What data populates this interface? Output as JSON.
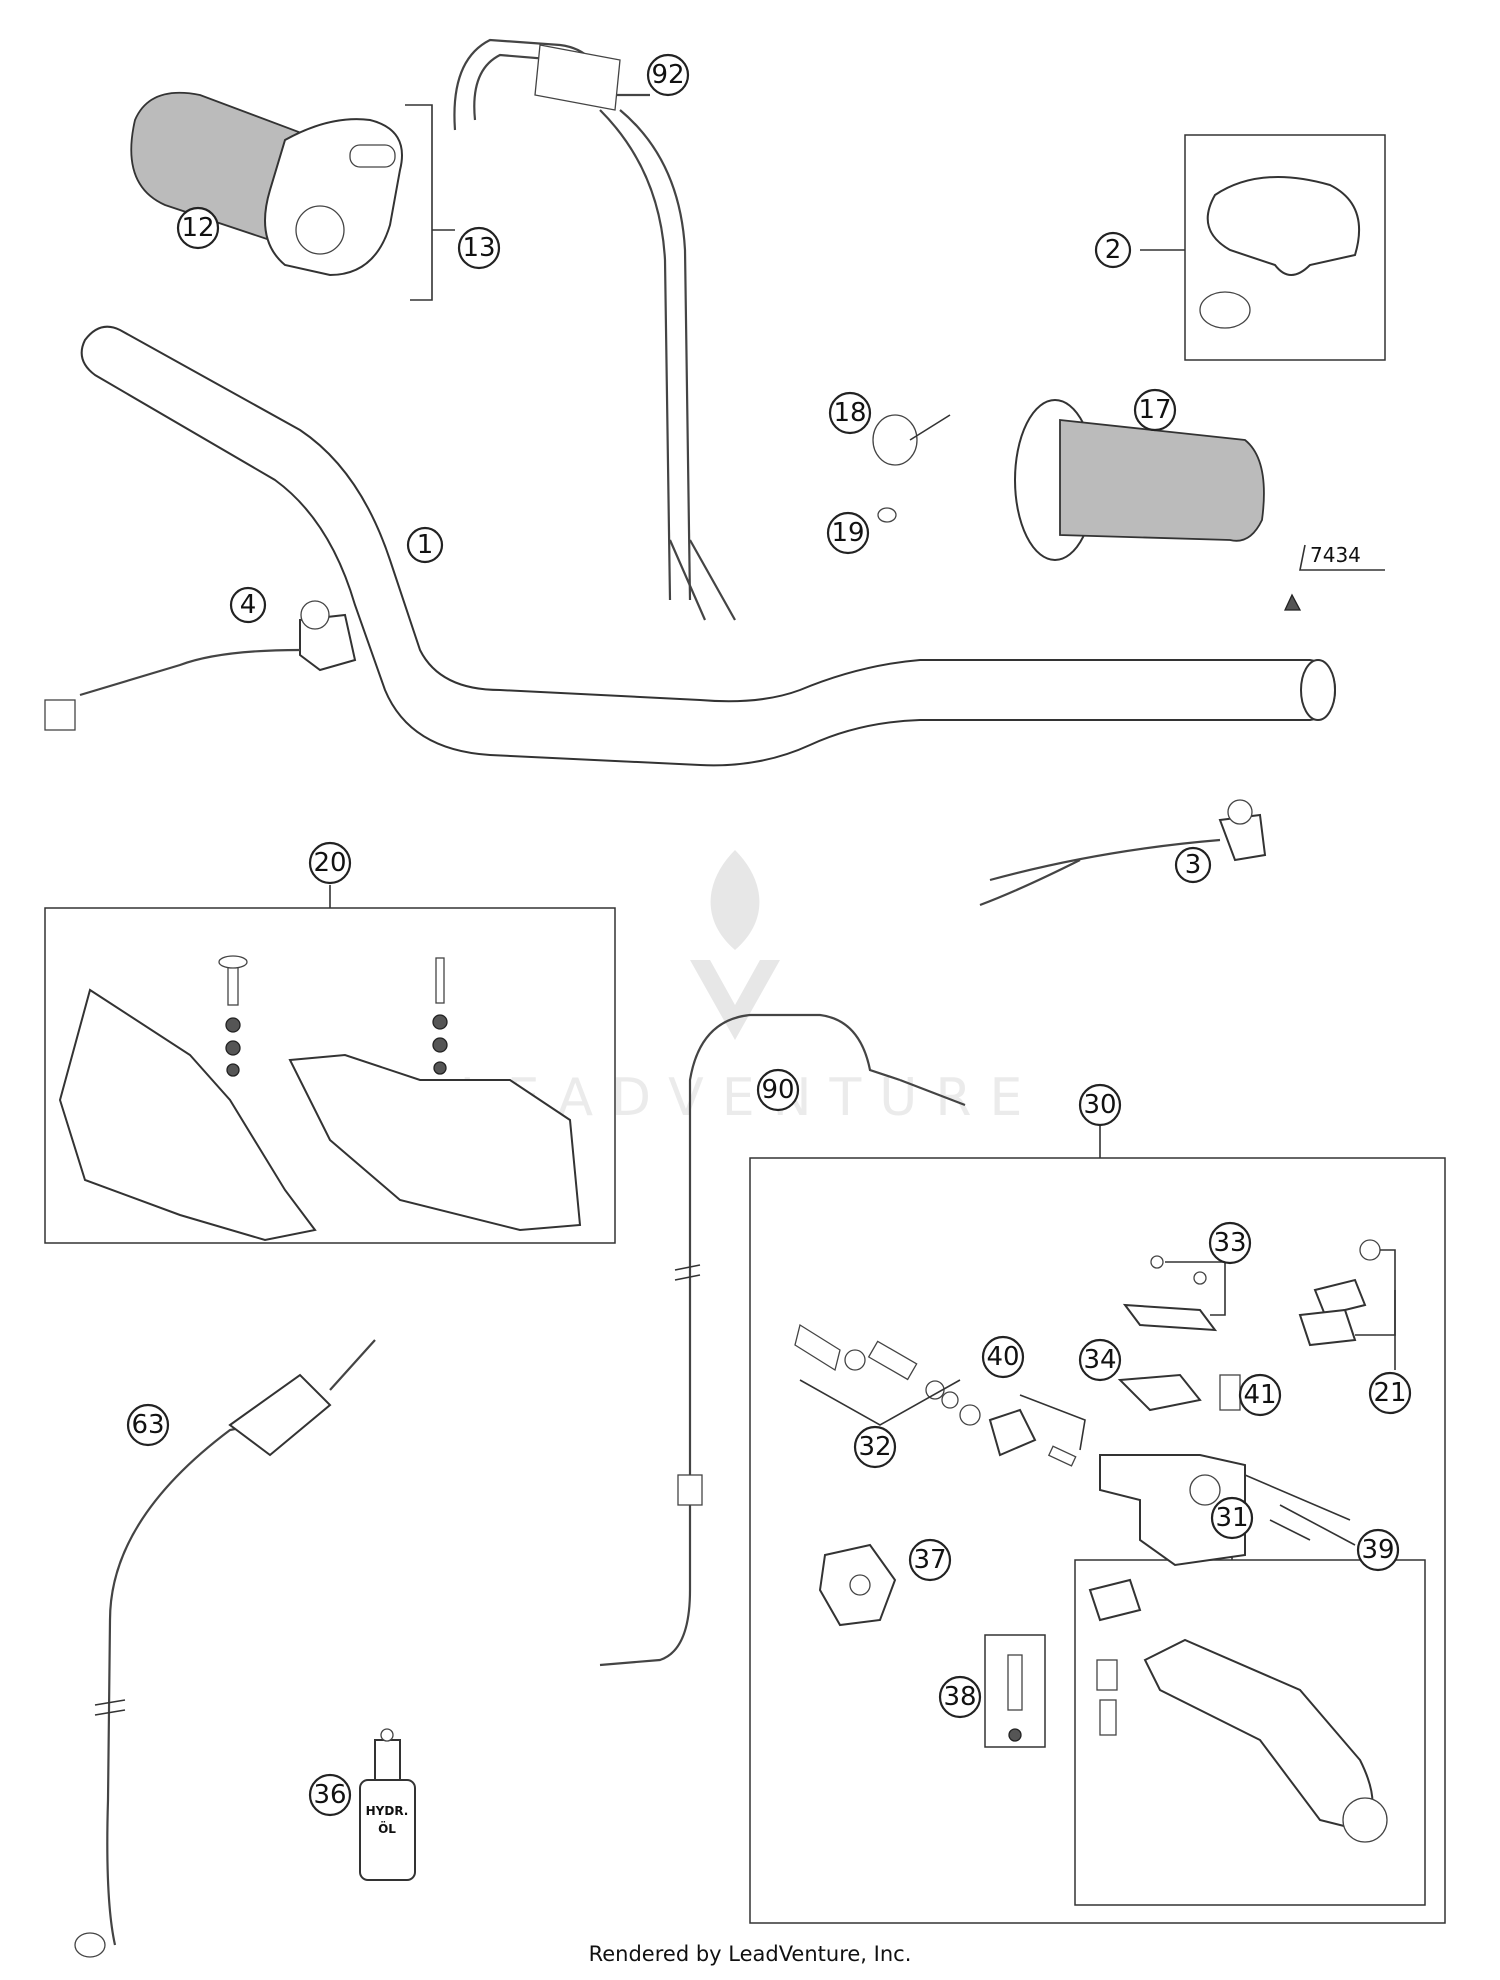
{
  "callouts": [
    {
      "id": "c1",
      "label": "1"
    },
    {
      "id": "c2",
      "label": "2"
    },
    {
      "id": "c3",
      "label": "3"
    },
    {
      "id": "c4",
      "label": "4"
    },
    {
      "id": "c12",
      "label": "12"
    },
    {
      "id": "c13",
      "label": "13"
    },
    {
      "id": "c17",
      "label": "17"
    },
    {
      "id": "c18",
      "label": "18"
    },
    {
      "id": "c19",
      "label": "19"
    },
    {
      "id": "c20",
      "label": "20"
    },
    {
      "id": "c21",
      "label": "21"
    },
    {
      "id": "c30",
      "label": "30"
    },
    {
      "id": "c31",
      "label": "31"
    },
    {
      "id": "c32",
      "label": "32"
    },
    {
      "id": "c33",
      "label": "33"
    },
    {
      "id": "c34",
      "label": "34"
    },
    {
      "id": "c36",
      "label": "36"
    },
    {
      "id": "c37",
      "label": "37"
    },
    {
      "id": "c38",
      "label": "38"
    },
    {
      "id": "c39",
      "label": "39"
    },
    {
      "id": "c40",
      "label": "40"
    },
    {
      "id": "c41",
      "label": "41"
    },
    {
      "id": "c63",
      "label": "63"
    },
    {
      "id": "c90",
      "label": "90"
    },
    {
      "id": "c92",
      "label": "92"
    }
  ],
  "part_number_label": "7434",
  "bottle_label_line1": "HYDR.",
  "bottle_label_line2": "ÖL",
  "watermark_text": "LEADVENTURE",
  "footer": "Rendered by LeadVenture, Inc."
}
